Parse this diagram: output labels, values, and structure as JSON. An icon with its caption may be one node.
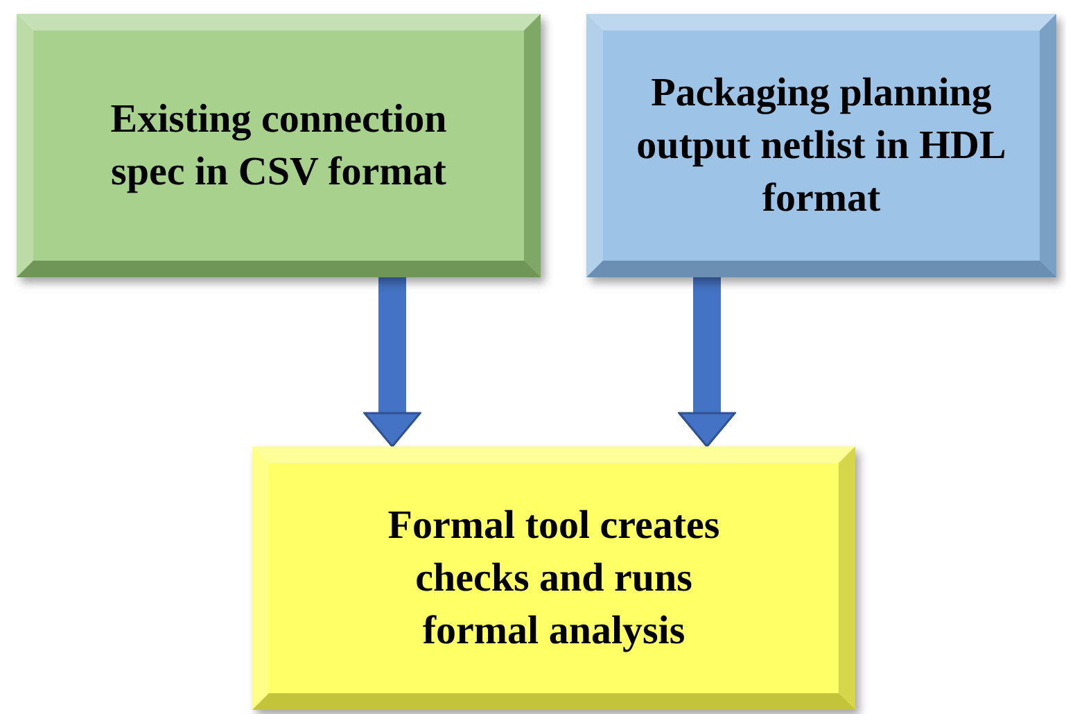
{
  "diagram": {
    "nodes": [
      {
        "text": [
          "Existing connection spec in CSV format"
        ]
      },
      {
        "text": [
          "Packaging planning output netlist in HDL format"
        ]
      },
      {
        "text": [
          "Formal tool creates checks and runs formal analysis"
        ]
      }
    ],
    "edges": [
      {
        "from": 0,
        "to": 2,
        "arrow": "to"
      },
      {
        "from": 1,
        "to": 2,
        "arrow": "to"
      }
    ]
  }
}
